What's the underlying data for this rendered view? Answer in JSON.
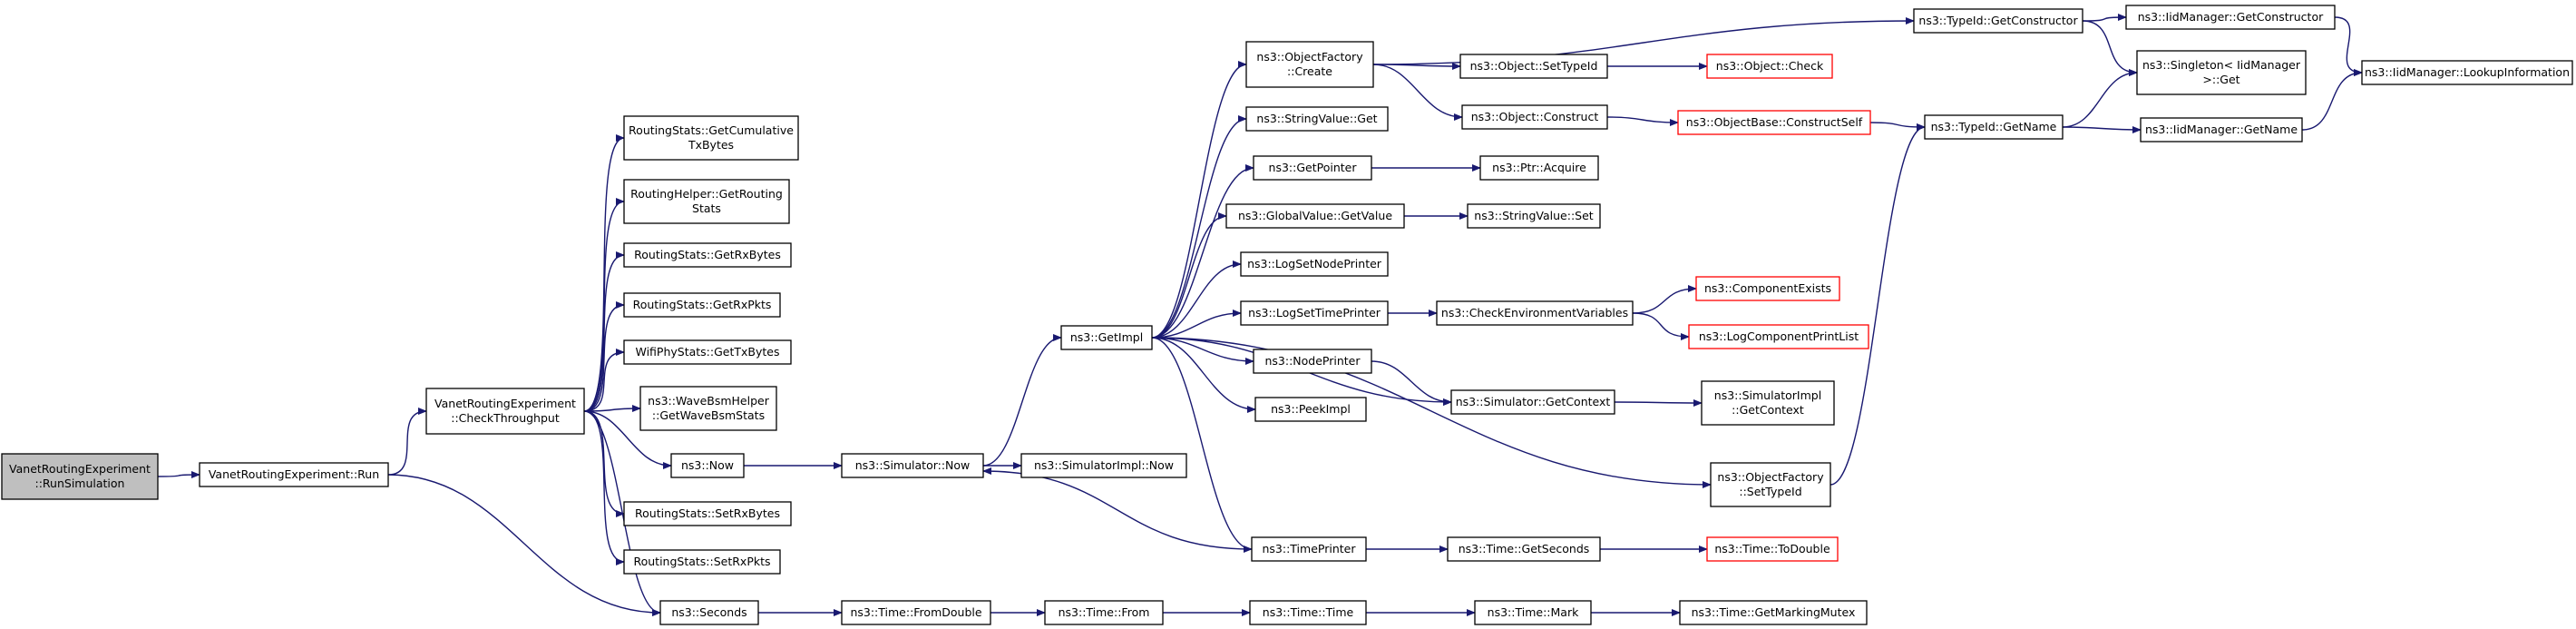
{
  "colors": {
    "edge": "#191970",
    "node_border": "#000000",
    "node_border_truncated": "#ff0000",
    "node_fill": "#ffffff",
    "root_fill": "#bfbfbf",
    "text": "#000000"
  },
  "nodes": {
    "run_simulation": [
      "VanetRoutingExperiment",
      "::RunSimulation"
    ],
    "run": [
      "VanetRoutingExperiment::Run"
    ],
    "check_throughput": [
      "VanetRoutingExperiment",
      "::CheckThroughput"
    ],
    "get_cumulative_tx_bytes": [
      "RoutingStats::GetCumulative",
      "TxBytes"
    ],
    "get_routing_stats": [
      "RoutingHelper::GetRouting",
      "Stats"
    ],
    "get_rx_bytes": [
      "RoutingStats::GetRxBytes"
    ],
    "get_rx_pkts": [
      "RoutingStats::GetRxPkts"
    ],
    "get_tx_bytes": [
      "WifiPhyStats::GetTxBytes"
    ],
    "get_wave_bsm_stats": [
      "ns3::WaveBsmHelper",
      "::GetWaveBsmStats"
    ],
    "now": [
      "ns3::Now"
    ],
    "set_rx_bytes": [
      "RoutingStats::SetRxBytes"
    ],
    "set_rx_pkts": [
      "RoutingStats::SetRxPkts"
    ],
    "seconds": [
      "ns3::Seconds"
    ],
    "simulator_now": [
      "ns3::Simulator::Now"
    ],
    "simulator_impl_now": [
      "ns3::SimulatorImpl::Now"
    ],
    "get_impl": [
      "ns3::GetImpl"
    ],
    "object_factory_create": [
      "ns3::ObjectFactory",
      "::Create"
    ],
    "string_value_get": [
      "ns3::StringValue::Get"
    ],
    "get_pointer": [
      "ns3::GetPointer"
    ],
    "global_value_get_value": [
      "ns3::GlobalValue::GetValue"
    ],
    "log_set_node_printer": [
      "ns3::LogSetNodePrinter"
    ],
    "log_set_time_printer": [
      "ns3::LogSetTimePrinter"
    ],
    "node_printer": [
      "ns3::NodePrinter"
    ],
    "peek_impl": [
      "ns3::PeekImpl"
    ],
    "time_printer": [
      "ns3::TimePrinter"
    ],
    "object_set_type_id": [
      "ns3::Object::SetTypeId"
    ],
    "object_construct": [
      "ns3::Object::Construct"
    ],
    "object_check": [
      "ns3::Object::Check"
    ],
    "object_base_construct_self": [
      "ns3::ObjectBase::ConstructSelf"
    ],
    "ptr_acquire": [
      "ns3::Ptr::Acquire"
    ],
    "string_value_set": [
      "ns3::StringValue::Set"
    ],
    "check_environment_variables": [
      "ns3::CheckEnvironmentVariables"
    ],
    "component_exists": [
      "ns3::ComponentExists"
    ],
    "log_component_print_list": [
      "ns3::LogComponentPrintList"
    ],
    "simulator_get_context": [
      "ns3::Simulator::GetContext"
    ],
    "simulator_impl_get_context": [
      "ns3::SimulatorImpl",
      "::GetContext"
    ],
    "object_factory_set_type_id": [
      "ns3::ObjectFactory",
      "::SetTypeId"
    ],
    "time_get_seconds": [
      "ns3::Time::GetSeconds"
    ],
    "time_to_double": [
      "ns3::Time::ToDouble"
    ],
    "time_from_double": [
      "ns3::Time::FromDouble"
    ],
    "time_from": [
      "ns3::Time::From"
    ],
    "time_time": [
      "ns3::Time::Time"
    ],
    "time_mark": [
      "ns3::Time::Mark"
    ],
    "time_get_marking_mutex": [
      "ns3::Time::GetMarkingMutex"
    ],
    "type_id_get_constructor": [
      "ns3::TypeId::GetConstructor"
    ],
    "type_id_get_name": [
      "ns3::TypeId::GetName"
    ],
    "iid_manager_get_constructor": [
      "ns3::IidManager::GetConstructor"
    ],
    "singleton_get": [
      "ns3::Singleton< IidManager",
      " >::Get"
    ],
    "iid_manager_get_name": [
      "ns3::IidManager::GetName"
    ],
    "iid_manager_lookup_information": [
      "ns3::IidManager::LookupInformation"
    ]
  },
  "truncated_nodes": [
    "object_check",
    "object_base_construct_self",
    "component_exists",
    "log_component_print_list",
    "time_to_double"
  ],
  "root_node": "run_simulation",
  "edges": [
    [
      "run_simulation",
      "run"
    ],
    [
      "run",
      "check_throughput"
    ],
    [
      "run",
      "seconds"
    ],
    [
      "check_throughput",
      "get_cumulative_tx_bytes"
    ],
    [
      "check_throughput",
      "get_routing_stats"
    ],
    [
      "check_throughput",
      "get_rx_bytes"
    ],
    [
      "check_throughput",
      "get_rx_pkts"
    ],
    [
      "check_throughput",
      "get_tx_bytes"
    ],
    [
      "check_throughput",
      "get_wave_bsm_stats"
    ],
    [
      "check_throughput",
      "now"
    ],
    [
      "check_throughput",
      "set_rx_bytes"
    ],
    [
      "check_throughput",
      "set_rx_pkts"
    ],
    [
      "check_throughput",
      "seconds"
    ],
    [
      "now",
      "simulator_now"
    ],
    [
      "simulator_now",
      "get_impl"
    ],
    [
      "simulator_now",
      "simulator_impl_now"
    ],
    [
      "get_impl",
      "object_factory_create"
    ],
    [
      "get_impl",
      "string_value_get"
    ],
    [
      "get_impl",
      "get_pointer"
    ],
    [
      "get_impl",
      "global_value_get_value"
    ],
    [
      "get_impl",
      "log_set_node_printer"
    ],
    [
      "get_impl",
      "log_set_time_printer"
    ],
    [
      "get_impl",
      "node_printer"
    ],
    [
      "get_impl",
      "peek_impl"
    ],
    [
      "get_impl",
      "time_printer"
    ],
    [
      "get_impl",
      "simulator_get_context"
    ],
    [
      "get_impl",
      "object_factory_set_type_id"
    ],
    [
      "time_printer",
      "simulator_now"
    ],
    [
      "time_printer",
      "time_get_seconds"
    ],
    [
      "object_factory_create",
      "object_set_type_id"
    ],
    [
      "object_factory_create",
      "object_construct"
    ],
    [
      "object_factory_create",
      "type_id_get_constructor"
    ],
    [
      "object_set_type_id",
      "object_check"
    ],
    [
      "object_construct",
      "object_base_construct_self"
    ],
    [
      "object_base_construct_self",
      "type_id_get_name"
    ],
    [
      "get_pointer",
      "ptr_acquire"
    ],
    [
      "global_value_get_value",
      "string_value_set"
    ],
    [
      "log_set_time_printer",
      "check_environment_variables"
    ],
    [
      "check_environment_variables",
      "component_exists"
    ],
    [
      "check_environment_variables",
      "log_component_print_list"
    ],
    [
      "node_printer",
      "simulator_get_context"
    ],
    [
      "simulator_get_context",
      "simulator_impl_get_context"
    ],
    [
      "object_factory_set_type_id",
      "type_id_get_name"
    ],
    [
      "time_get_seconds",
      "time_to_double"
    ],
    [
      "seconds",
      "time_from_double"
    ],
    [
      "time_from_double",
      "time_from"
    ],
    [
      "time_from",
      "time_time"
    ],
    [
      "time_time",
      "time_mark"
    ],
    [
      "time_mark",
      "time_get_marking_mutex"
    ],
    [
      "type_id_get_constructor",
      "iid_manager_get_constructor"
    ],
    [
      "type_id_get_constructor",
      "singleton_get"
    ],
    [
      "type_id_get_name",
      "singleton_get"
    ],
    [
      "type_id_get_name",
      "iid_manager_get_name"
    ],
    [
      "iid_manager_get_constructor",
      "iid_manager_lookup_information"
    ],
    [
      "iid_manager_get_name",
      "iid_manager_lookup_information"
    ]
  ]
}
